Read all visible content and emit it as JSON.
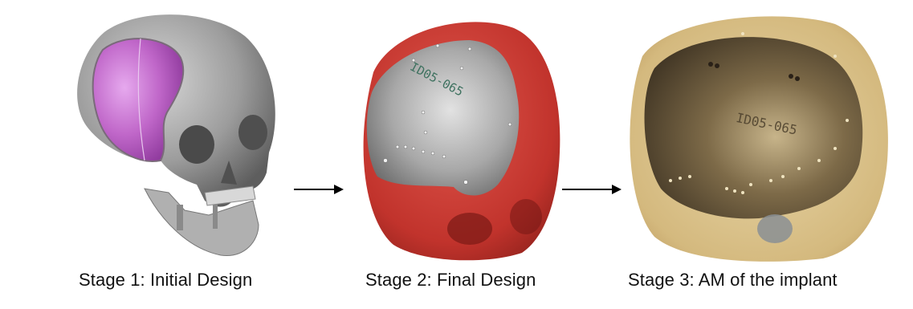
{
  "stages": [
    {
      "caption": "Stage 1: Initial Design",
      "image": "skull-with-purple-implant-design"
    },
    {
      "caption": "Stage 2: Final Design",
      "image": "red-skull-with-grey-implant",
      "plate_marking": "ID05-065"
    },
    {
      "caption": "Stage 3: AM of the implant",
      "image": "printed-titanium-implant-on-bone-model",
      "plate_marking": "ID05-065"
    }
  ],
  "arrows": [
    "right-arrow-icon",
    "right-arrow-icon"
  ],
  "colors": {
    "design_surface": "#b860c4",
    "skull_model": "#cf3a34",
    "implant": "#9a9a9a",
    "printed_metal": "#6a5a40",
    "bone_model": "#d9c08c"
  }
}
